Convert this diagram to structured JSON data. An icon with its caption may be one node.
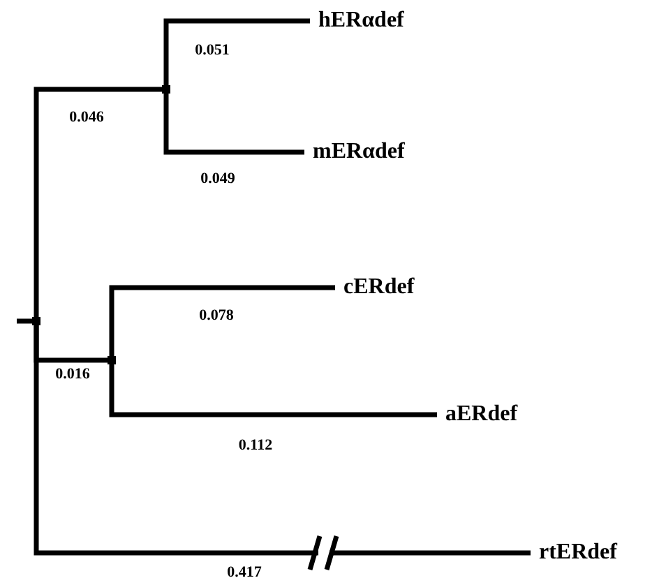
{
  "diagram": {
    "nodes": [
      {
        "text": [],
        "shape": "point"
      },
      {
        "text": [],
        "shape": "point"
      },
      {
        "text": [
          "hERαdef"
        ]
      },
      {
        "text": [
          "mERαdef"
        ]
      },
      {
        "text": [],
        "shape": "point"
      },
      {
        "text": [
          "cERdef"
        ]
      },
      {
        "text": [
          "aERdef"
        ]
      },
      {
        "text": [
          "rtERdef"
        ]
      }
    ],
    "edges": [
      {
        "from": 0,
        "to": 1,
        "arrow": "none",
        "label": "0.046"
      },
      {
        "from": 1,
        "to": 2,
        "arrow": "none",
        "label": "0.051"
      },
      {
        "from": 1,
        "to": 3,
        "arrow": "none",
        "label": "0.049"
      },
      {
        "from": 0,
        "to": 4,
        "arrow": "none",
        "label": "0.016"
      },
      {
        "from": 4,
        "to": 5,
        "arrow": "none",
        "label": "0.078"
      },
      {
        "from": 4,
        "to": 6,
        "arrow": "none",
        "label": "0.112"
      },
      {
        "from": 0,
        "to": 7,
        "arrow": "none",
        "label": "0.417"
      }
    ]
  }
}
